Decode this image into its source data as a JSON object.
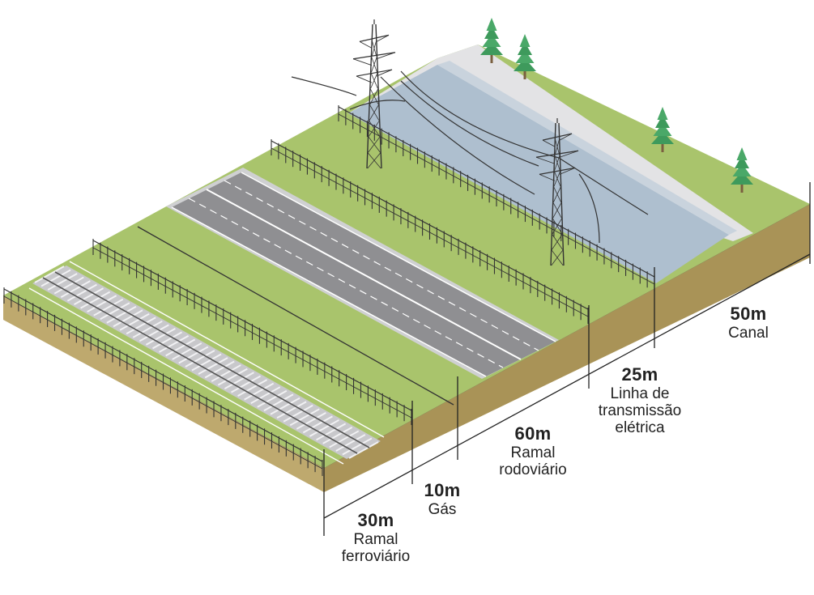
{
  "corridor": [
    {
      "id": "ferroviario",
      "width": "30m",
      "name_lines": [
        "Ramal",
        "ferroviário"
      ]
    },
    {
      "id": "gas",
      "width": "10m",
      "name_lines": [
        "Gás"
      ]
    },
    {
      "id": "rodoviario",
      "width": "60m",
      "name_lines": [
        "Ramal",
        "rodoviário"
      ]
    },
    {
      "id": "transmissao",
      "width": "25m",
      "name_lines": [
        "Linha de",
        "transmissão",
        "elétrica"
      ]
    },
    {
      "id": "canal",
      "width": "50m",
      "name_lines": [
        "Canal"
      ]
    }
  ],
  "colors": {
    "grass": "#a9c46c",
    "soil": "#bea96e",
    "soil_dark": "#9c8a55",
    "asphalt": "#8f8f92",
    "rail_bed": "#c8c8cb",
    "water": "#aebfcf",
    "tree": "#3e9a5c"
  },
  "icons": [
    "tree-icon",
    "transmission-tower-icon",
    "fence-icon",
    "railway-track-icon"
  ]
}
